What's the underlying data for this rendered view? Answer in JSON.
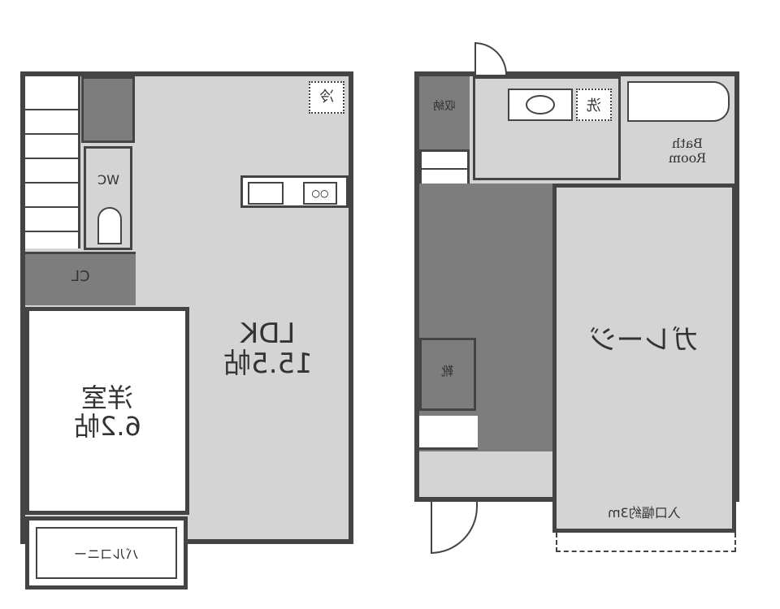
{
  "ground_floor": {
    "ldk": {
      "name": "LDK",
      "size": "15.5帖"
    },
    "western_room": {
      "name": "洋室",
      "size": "6.2帖"
    },
    "balcony": "バルコニー",
    "wc": "WC",
    "closet": "CL",
    "fridge": "冷"
  },
  "upper_floor": {
    "storage": "収納",
    "washer": "洗",
    "bath": "Bath Room",
    "shoe_box": "靴",
    "garage": "ガレージ",
    "entrance_width": "入口幅約3m"
  },
  "colors": {
    "wall": "#444444",
    "floor": "#d4d4d4",
    "storage": "#7d7d7d"
  }
}
